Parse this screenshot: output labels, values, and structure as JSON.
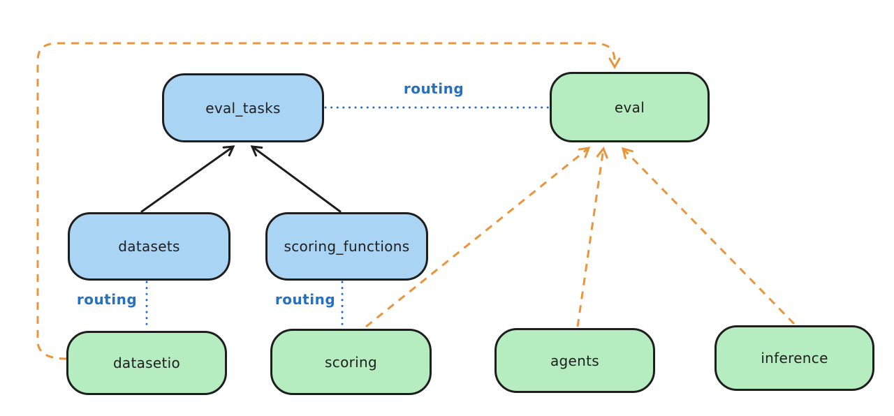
{
  "diagram": {
    "description": "architecture diagram of API routing to providers",
    "nodes": {
      "eval_tasks": {
        "label": "eval_tasks",
        "kind": "api"
      },
      "eval": {
        "label": "eval",
        "kind": "provider"
      },
      "datasets": {
        "label": "datasets",
        "kind": "api"
      },
      "scoring_functions": {
        "label": "scoring_functions",
        "kind": "api"
      },
      "datasetio": {
        "label": "datasetio",
        "kind": "provider"
      },
      "scoring": {
        "label": "scoring",
        "kind": "provider"
      },
      "agents": {
        "label": "agents",
        "kind": "provider"
      },
      "inference": {
        "label": "inference",
        "kind": "provider"
      }
    },
    "edges": [
      {
        "from": "datasets",
        "to": "eval_tasks",
        "style": "solid-black-arrow",
        "label": ""
      },
      {
        "from": "scoring_functions",
        "to": "eval_tasks",
        "style": "solid-black-arrow",
        "label": ""
      },
      {
        "from": "eval_tasks",
        "to": "eval",
        "style": "blue-dotted",
        "label": "routing"
      },
      {
        "from": "datasets",
        "to": "datasetio",
        "style": "blue-dotted",
        "label": "routing"
      },
      {
        "from": "scoring_functions",
        "to": "scoring",
        "style": "blue-dotted",
        "label": "routing"
      },
      {
        "from": "scoring",
        "to": "eval",
        "style": "orange-dashed-arrow",
        "label": ""
      },
      {
        "from": "agents",
        "to": "eval",
        "style": "orange-dashed-arrow",
        "label": ""
      },
      {
        "from": "inference",
        "to": "eval",
        "style": "orange-dashed-arrow",
        "label": ""
      },
      {
        "from": "datasetio",
        "to": "eval",
        "style": "orange-dashed-arrow-around-left-top",
        "label": ""
      }
    ],
    "labels": {
      "routing": "routing"
    },
    "colors": {
      "background": "#ffffff",
      "api_box_fill": "#aad4f4",
      "provider_box_fill": "#b5edc0",
      "box_stroke": "#1e1e1e",
      "solid_arrow": "#1e1e1e",
      "routing_blue": "#2470c2",
      "provider_orange": "#e8953c"
    }
  }
}
